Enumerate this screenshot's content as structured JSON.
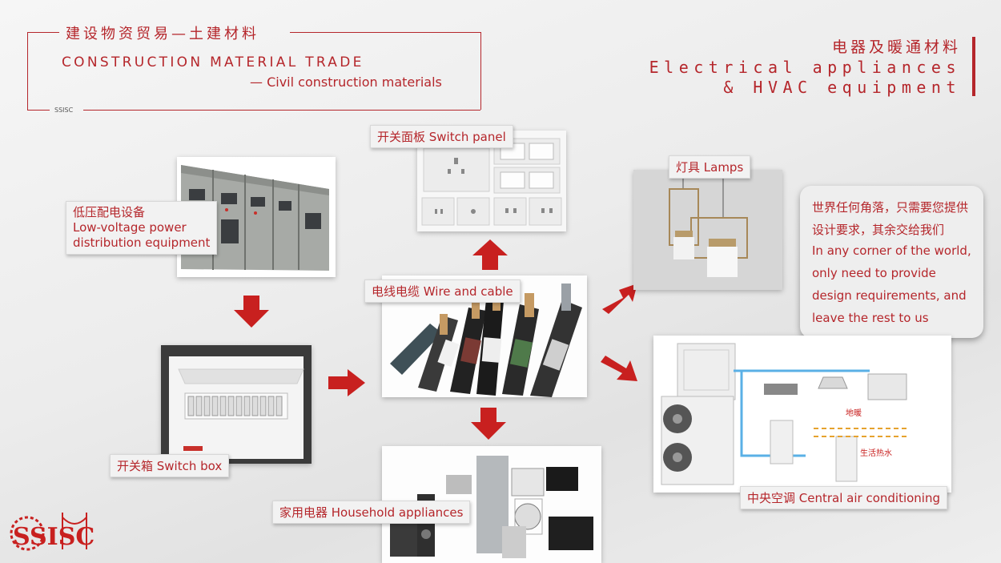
{
  "header": {
    "title_cn": "建设物资贸易—土建材料",
    "title_en": "CONSTRUCTION MATERIAL TRADE",
    "subtitle_en": "— Civil construction materials",
    "brand_small": "SSISC"
  },
  "right_header": {
    "title_cn": "电器及暖通材料",
    "title_en_line1": "Electrical appliances",
    "title_en_line2": "& HVAC equipment"
  },
  "items": {
    "low_voltage": {
      "label_cn": "低压配电设备",
      "label_en1": "Low-voltage power",
      "label_en2": "distribution equipment"
    },
    "switch_box": {
      "label": "开关箱 Switch box"
    },
    "switch_panel": {
      "label": "开关面板 Switch panel"
    },
    "wire_cable": {
      "label": "电线电缆 Wire and cable"
    },
    "household": {
      "label": "家用电器 Household appliances"
    },
    "lamps": {
      "label": "灯具 Lamps"
    },
    "central_ac": {
      "label": "中央空调 Central air conditioning",
      "floor_heating": "地暖",
      "hot_water": "生活热水"
    }
  },
  "note": {
    "line1": "世界任何角落，只需要您提供",
    "line2": "设计要求，其余交给我们",
    "line3": "In any corner of the world,",
    "line4": "only need to provide",
    "line5": "design requirements, and",
    "line6": "leave the rest to us"
  },
  "logo": {
    "text": "SSISC"
  },
  "colors": {
    "accent": "#b5262b",
    "arrow": "#c8201f"
  }
}
